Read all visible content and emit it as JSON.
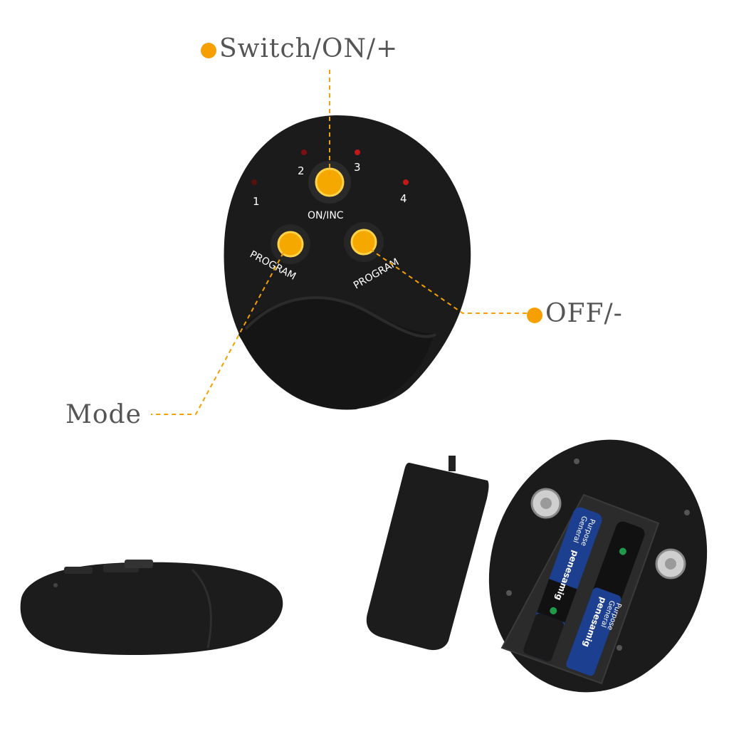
{
  "callouts": {
    "switch_on": "Switch/ON/+",
    "off": "OFF/-",
    "mode": "Mode"
  },
  "device": {
    "led_labels": [
      "1",
      "2",
      "3",
      "4"
    ],
    "center_button_label": "ON/INC",
    "left_button_label": "PROGRAM",
    "right_button_label": "PROGRAM"
  },
  "battery_labels": {
    "brand": "penesamig",
    "line1": "General",
    "line2": "Purpose"
  },
  "colors": {
    "accent": "#f5a000",
    "body": "#1a1a1a",
    "text": "#555555",
    "battery_blue": "#1d3f8f"
  }
}
